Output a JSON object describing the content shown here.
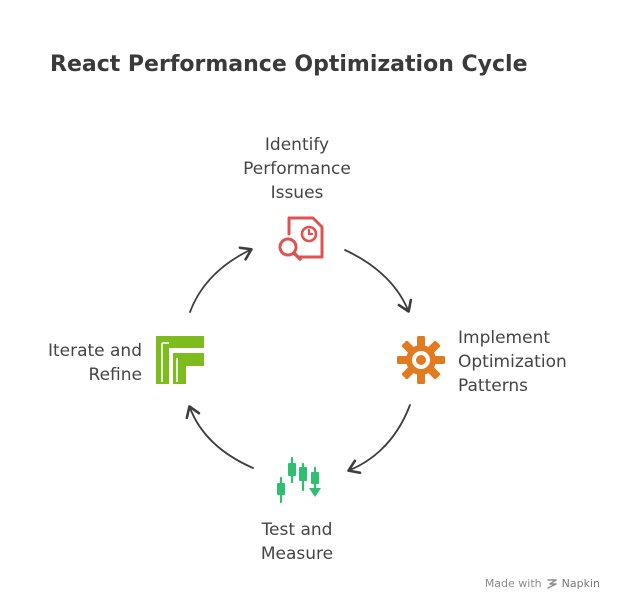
{
  "title": "React Performance Optimization Cycle",
  "steps": [
    {
      "lines": [
        "Identify",
        "Performance",
        "Issues"
      ],
      "icon": "search-document-icon",
      "color": "#e05252"
    },
    {
      "lines": [
        "Implement",
        "Optimization",
        "Patterns"
      ],
      "icon": "gear-icon",
      "color": "#e07b22"
    },
    {
      "lines": [
        "Test and",
        "Measure"
      ],
      "icon": "candlestick-chart-icon",
      "color": "#2fbf71"
    },
    {
      "lines": [
        "Iterate and",
        "Refine"
      ],
      "icon": "corner-bracket-icon",
      "color": "#7dbb1e"
    }
  ],
  "footer": {
    "made_with": "Made with",
    "brand": "Napkin"
  }
}
